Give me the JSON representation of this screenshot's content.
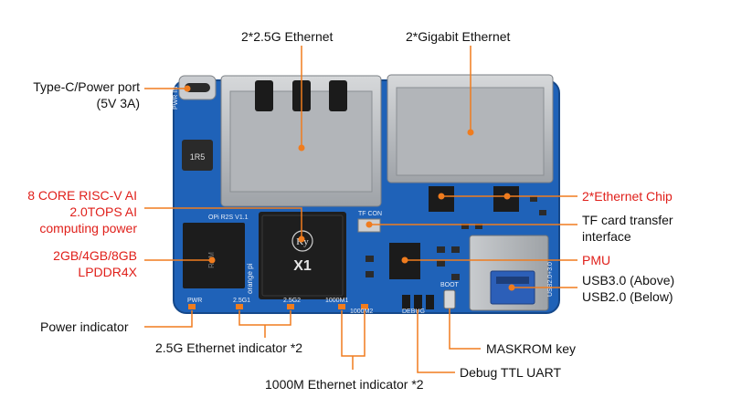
{
  "labels": {
    "eth25": "2*2.5G Ethernet",
    "gbe": "2*Gigabit Ethernet",
    "typec_line1": "Type-C/Power port",
    "typec_line2": "(5V 3A)",
    "cpu_line1": "8 CORE  RISC-V AI",
    "cpu_line2": "2.0TOPS AI",
    "cpu_line3": "computing power",
    "ram_line1": "2GB/4GB/8GB",
    "ram_line2": "LPDDR4X",
    "power_ind": "Power indicator",
    "eth25_ind": "2.5G Ethernet indicator *2",
    "eth1000_ind": "1000M Ethernet indicator *2",
    "eth_chip": "2*Ethernet Chip",
    "tf_line1": "TF card transfer",
    "tf_line2": "interface",
    "pmu": "PMU",
    "usb_line1": "USB3.0 (Above)",
    "usb_line2": "USB2.0 (Below)",
    "maskrom": "MASKROM key",
    "debug": "Debug TTL UART"
  },
  "board": {
    "silkscreen_model": "OPi R2S V1.1",
    "soc_brand": "Ky",
    "soc_model": "X1",
    "inductor_mark": "1R5",
    "silk_pwr": "PWR",
    "silk_2g5_1": "2.5G1",
    "silk_2g5_2": "2.5G2",
    "silk_1000m1": "1000M1",
    "silk_1000m2": "1000M2",
    "silk_usb": "USB2.0+3.0",
    "silk_tfcon": "TF CON",
    "silk_boot": "BOOT",
    "silk_debug": "DEBUG",
    "silk_pwrin": "PWR IN",
    "logo_text": "orange pi"
  },
  "colors": {
    "pcb": "#1f62b8",
    "pcb_dark": "#16509a",
    "metal": "#b9bcc0",
    "chip": "#1c1c1c",
    "marker": "#f07c1e",
    "red_text": "#e0201b"
  }
}
